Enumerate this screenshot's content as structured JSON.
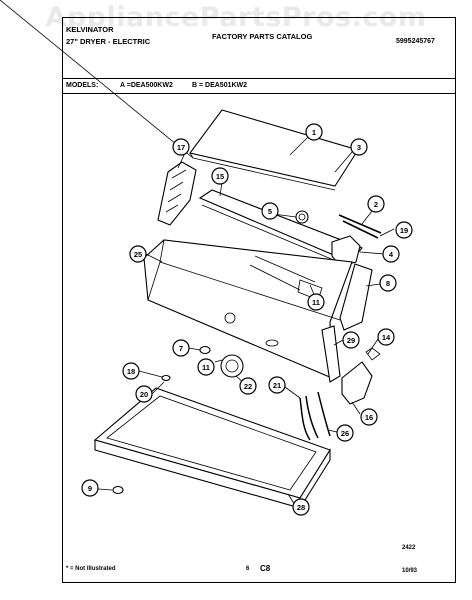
{
  "watermark": "AppliancePartsPros.com",
  "header": {
    "brand": "KELVINATOR",
    "product": "27\" DRYER - ELECTRIC",
    "catalog": "FACTORY PARTS CATALOG",
    "part_number": "5995245767"
  },
  "models": {
    "label": "MODELS:",
    "a": "A =DEA500KW2",
    "b": "B = DEA501KW2"
  },
  "callouts": [
    "1",
    "3",
    "17",
    "15",
    "2",
    "5",
    "19",
    "4",
    "25",
    "8",
    "11",
    "14",
    "7",
    "29",
    "11",
    "22",
    "18",
    "21",
    "20",
    "16",
    "26",
    "9",
    "28"
  ],
  "diagram_code": "2422",
  "footer": {
    "note": "* = Not Illustrated",
    "page": "6",
    "section": "C8",
    "date": "10/93"
  }
}
